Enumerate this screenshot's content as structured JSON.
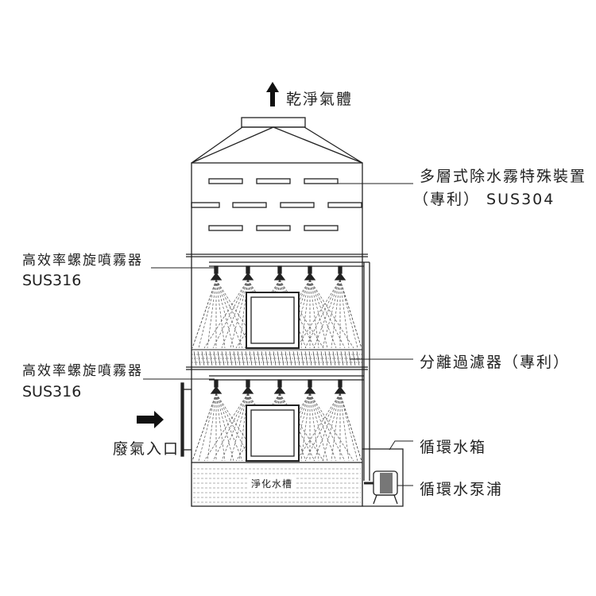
{
  "title": "洗滌塔結構圖",
  "labels": {
    "clean_gas": "乾淨氣體",
    "demister_line1": "多層式除水霧特殊裝置",
    "demister_line2": "（專利） SUS304",
    "sprayer_upper_line1": "高效率螺旋噴霧器",
    "sprayer_upper_line2": "SUS316",
    "separator_filter": "分離過濾器（專利）",
    "sprayer_lower_line1": "高效率螺旋噴霧器",
    "sprayer_lower_line2": "SUS316",
    "exhaust_inlet": "廢氣入口",
    "circulation_tank": "循環水箱",
    "circulation_pump": "循環水泵浦",
    "purify_tank": "淨化水槽"
  }
}
